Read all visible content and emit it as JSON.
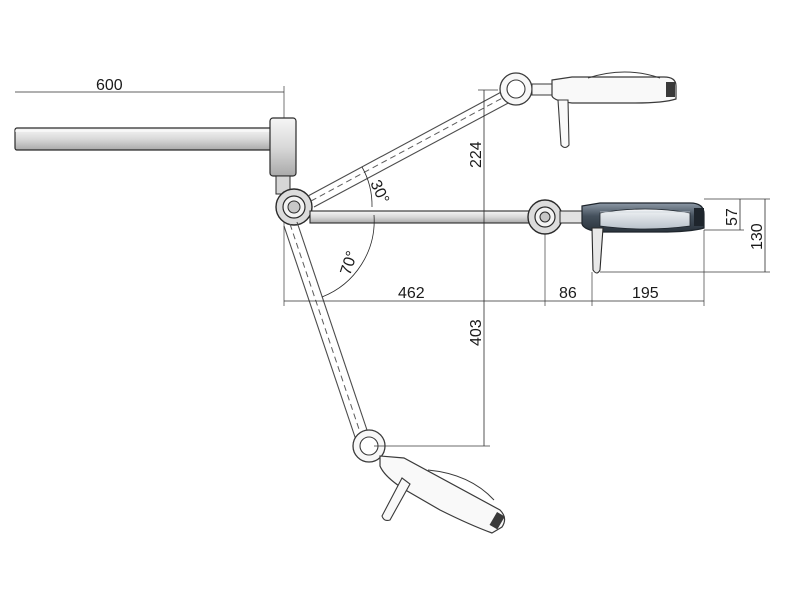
{
  "dimensions": {
    "horizontal_reach": "600",
    "up_height": "224",
    "down_height": "403",
    "arm_length": "462",
    "joint_offset": "86",
    "head_length": "195",
    "head_height": "57",
    "head_total_height": "130",
    "angle_up": "30°",
    "angle_down": "70°"
  },
  "colors": {
    "line": "#2b2b2b",
    "metal": "#e6e6e6",
    "head_dark": "#37424e",
    "head_mid": "#6b7886"
  }
}
